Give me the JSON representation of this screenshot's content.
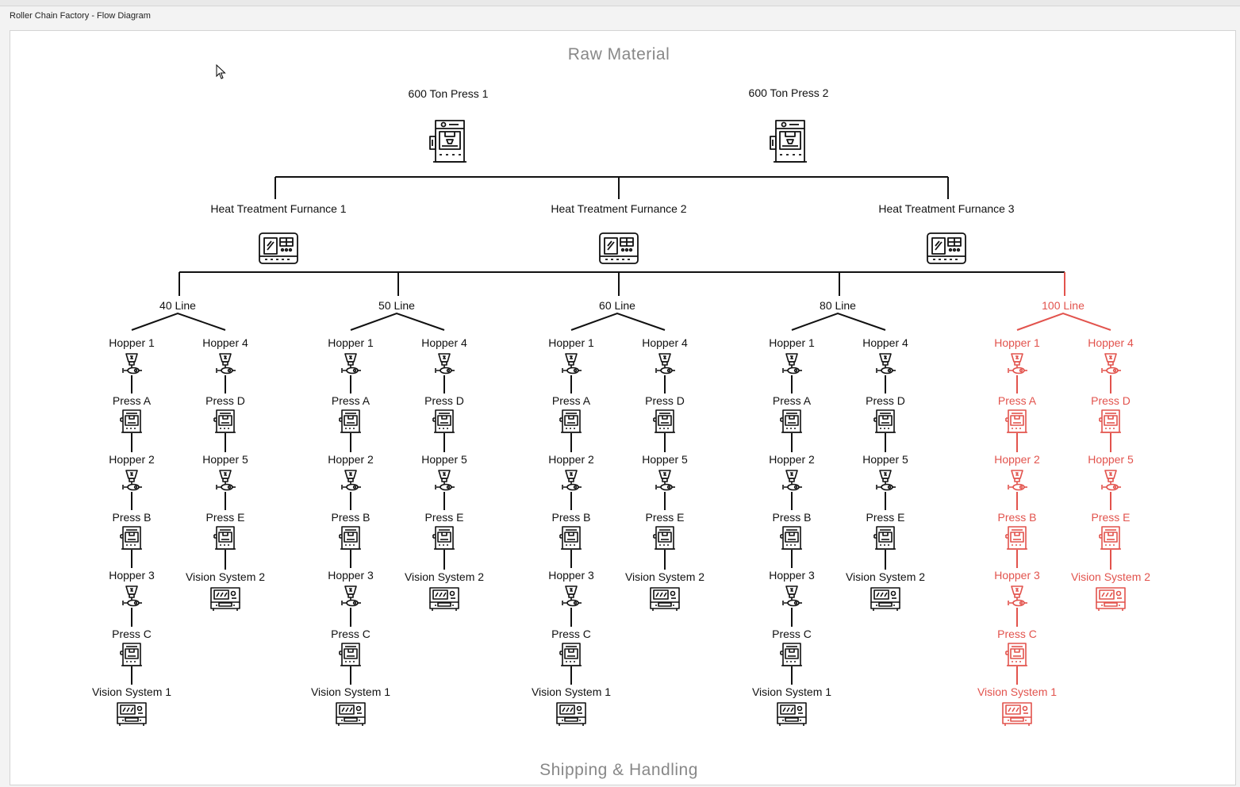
{
  "app": {
    "title": "Roller Chain Factory - Flow Diagram"
  },
  "diagram": {
    "top_section": "Raw Material",
    "bottom_section": "Shipping & Handling",
    "presses": [
      "600 Ton Press 1",
      "600 Ton Press 2"
    ],
    "furnaces": [
      "Heat Treatment Furnance 1",
      "Heat Treatment Furnance 2",
      "Heat Treatment Furnance 3"
    ],
    "lines": [
      {
        "name": "40 Line",
        "highlighted": false
      },
      {
        "name": "50 Line",
        "highlighted": false
      },
      {
        "name": "60 Line",
        "highlighted": false
      },
      {
        "name": "80 Line",
        "highlighted": false
      },
      {
        "name": "100 Line",
        "highlighted": true
      }
    ],
    "left_branch": [
      {
        "label": "Hopper 1",
        "icon": "hopper-icon"
      },
      {
        "label": "Press A",
        "icon": "press-icon"
      },
      {
        "label": "Hopper 2",
        "icon": "hopper-icon"
      },
      {
        "label": "Press B",
        "icon": "press-icon"
      },
      {
        "label": "Hopper 3",
        "icon": "hopper-icon"
      },
      {
        "label": "Press C",
        "icon": "press-icon"
      },
      {
        "label": "Vision System 1",
        "icon": "vision-system-icon"
      }
    ],
    "right_branch": [
      {
        "label": "Hopper 4",
        "icon": "hopper-icon"
      },
      {
        "label": "Press D",
        "icon": "press-icon"
      },
      {
        "label": "Hopper 5",
        "icon": "hopper-icon"
      },
      {
        "label": "Press E",
        "icon": "press-icon"
      },
      {
        "label": "Vision System 2",
        "icon": "vision-system-icon"
      }
    ],
    "colors": {
      "normal": "#111111",
      "highlight": "#e2534d",
      "section": "#888888"
    }
  }
}
